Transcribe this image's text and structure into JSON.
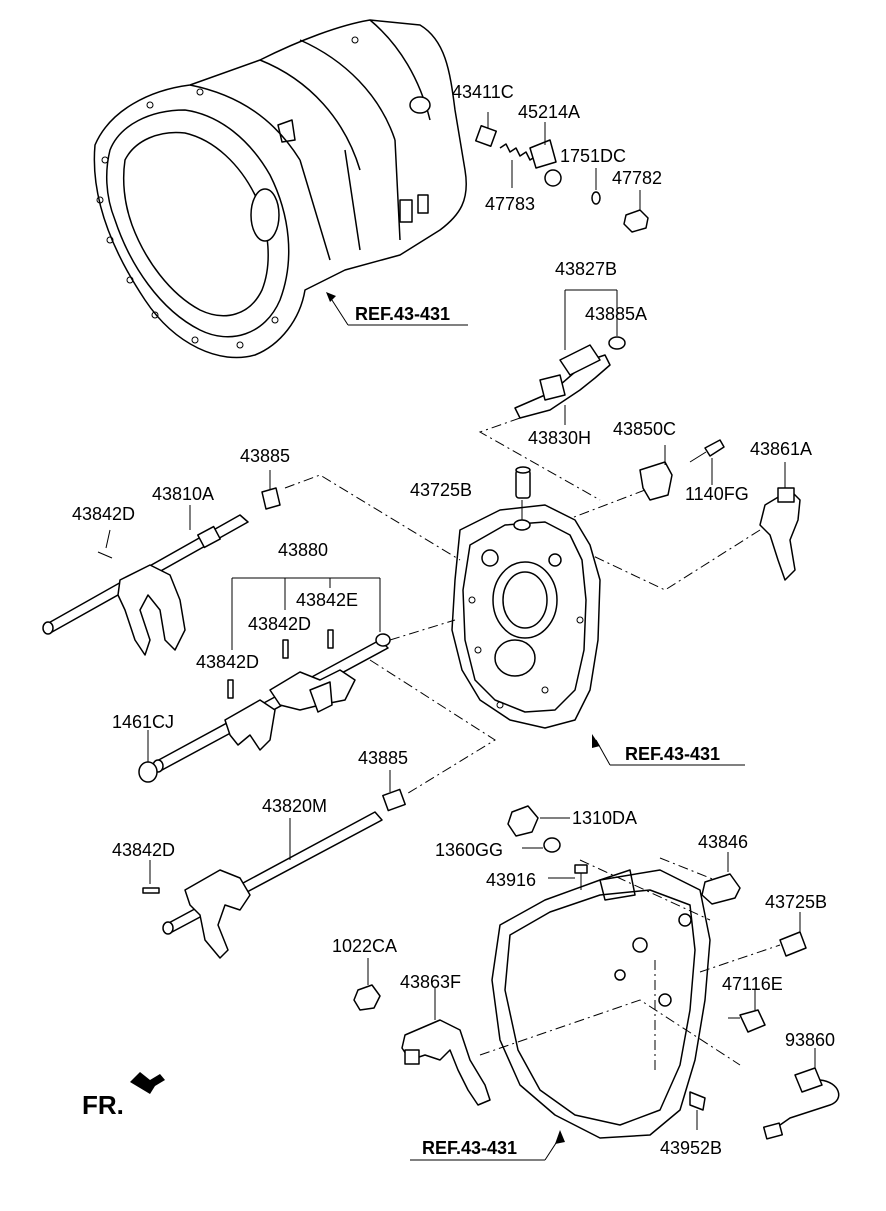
{
  "labels": {
    "p43411C": "43411C",
    "p45214A": "45214A",
    "p1751DC": "1751DC",
    "p47782": "47782",
    "p47783": "47783",
    "p43827B": "43827B",
    "p43885A": "43885A",
    "p43830H": "43830H",
    "p43850C": "43850C",
    "p43861A": "43861A",
    "p1140FG": "1140FG",
    "p43885_top": "43885",
    "p43725B_top": "43725B",
    "p43842D_a": "43842D",
    "p43810A": "43810A",
    "p43880": "43880",
    "p43842E": "43842E",
    "p43842D_b": "43842D",
    "p43842D_c": "43842D",
    "p1461CJ": "1461CJ",
    "p43885_mid": "43885",
    "p43820M": "43820M",
    "p43842D_d": "43842D",
    "p1310DA": "1310DA",
    "p1360GG": "1360GG",
    "p43846": "43846",
    "p43916": "43916",
    "p43725B_bot": "43725B",
    "p1022CA": "1022CA",
    "p43863F": "43863F",
    "p47116E": "47116E",
    "p93860": "93860",
    "p43952B": "43952B",
    "ref1": "REF.43-431",
    "ref2": "REF.43-431",
    "ref3": "REF.43-431",
    "fr": "FR."
  }
}
